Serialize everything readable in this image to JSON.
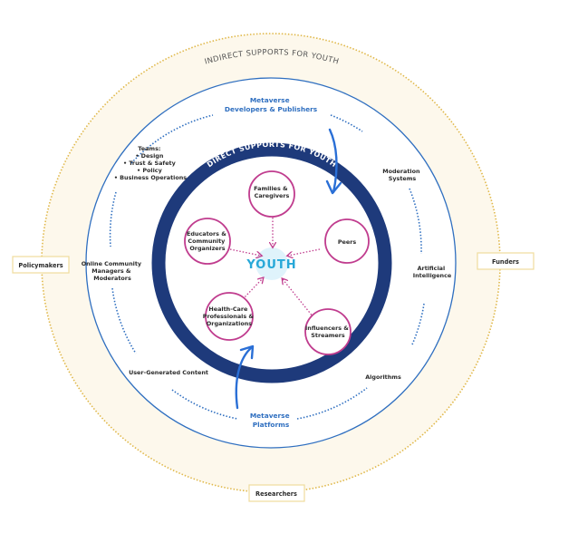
{
  "colors": {
    "outer_ring_fill": "#fdf8ec",
    "outer_dotted": "#e0b84a",
    "middle_circle": "#2f6fc0",
    "navy_ring": "#1e3a7b",
    "blue_dots": "#2f6fc0",
    "magenta": "#c03c8e",
    "youth_fill": "#dff3fb",
    "youth_text": "#27a8d8"
  },
  "outer_ring": {
    "title": "INDIRECT SUPPORTS FOR YOUTH",
    "external_boxes": {
      "left": "Policymakers",
      "right": "Funders",
      "bottom": "Researchers"
    }
  },
  "middle_ring": {
    "top_heading": [
      "Metaverse",
      "Developers & Publishers"
    ],
    "bottom_heading": [
      "Metaverse",
      "Platforms"
    ],
    "teams": {
      "title": "Teams:",
      "items": [
        "• Design",
        "• Trust & Safety",
        "• Policy",
        "• Business Operations"
      ]
    },
    "online_community": [
      "Online Community",
      "Managers &",
      "Moderators"
    ],
    "user_generated": "User-Generated Content",
    "moderation": [
      "Moderation",
      "Systems"
    ],
    "ai": [
      "Artificial",
      "Intelligence"
    ],
    "algorithms": "Algorithms"
  },
  "inner_ring": {
    "title": "DIRECT SUPPORTS FOR YOUTH",
    "center": "YOUTH",
    "nodes": {
      "families": [
        "Families &",
        "Caregivers"
      ],
      "peers": [
        "Peers"
      ],
      "educators": [
        "Educators &",
        "Community",
        "Organizers"
      ],
      "health": [
        "Health-Care",
        "Professionals &",
        "Organizations"
      ],
      "influencers": [
        "Influencers &",
        "Streamers"
      ]
    }
  }
}
